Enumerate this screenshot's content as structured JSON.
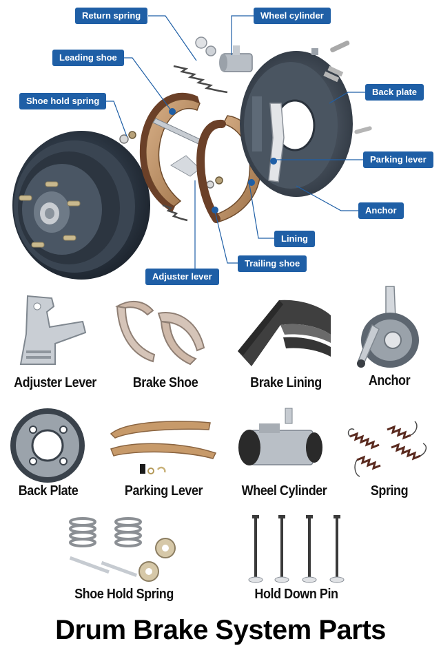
{
  "diagram": {
    "labels": {
      "return_spring": "Return spring",
      "wheel_cylinder": "Wheel cylinder",
      "leading_shoe": "Leading shoe",
      "back_plate": "Back plate",
      "shoe_hold_spring": "Shoe hold spring",
      "parking_lever": "Parking lever",
      "anchor": "Anchor",
      "lining": "Lining",
      "trailing_shoe": "Trailing shoe",
      "adjuster_lever": "Adjuster lever"
    }
  },
  "parts": [
    {
      "name": "Adjuster Lever"
    },
    {
      "name": "Brake Shoe"
    },
    {
      "name": "Brake Lining"
    },
    {
      "name": "Anchor"
    },
    {
      "name": "Back Plate"
    },
    {
      "name": "Parking Lever"
    },
    {
      "name": "Wheel Cylinder"
    },
    {
      "name": "Spring"
    },
    {
      "name": "Shoe Hold Spring"
    },
    {
      "name": "Hold Down Pin"
    }
  ],
  "title": "Drum Brake System Parts",
  "colors": {
    "callout_bg": "#1f5fa6",
    "callout_text": "#ffffff",
    "leader_line": "#1f5fa6",
    "shoe_tan": "#c79a6a",
    "lining_brown": "#8a5a3b",
    "metal_dark": "#2b3440",
    "metal_light": "#b9bfc6",
    "spring_brown": "#5a2a1f"
  }
}
